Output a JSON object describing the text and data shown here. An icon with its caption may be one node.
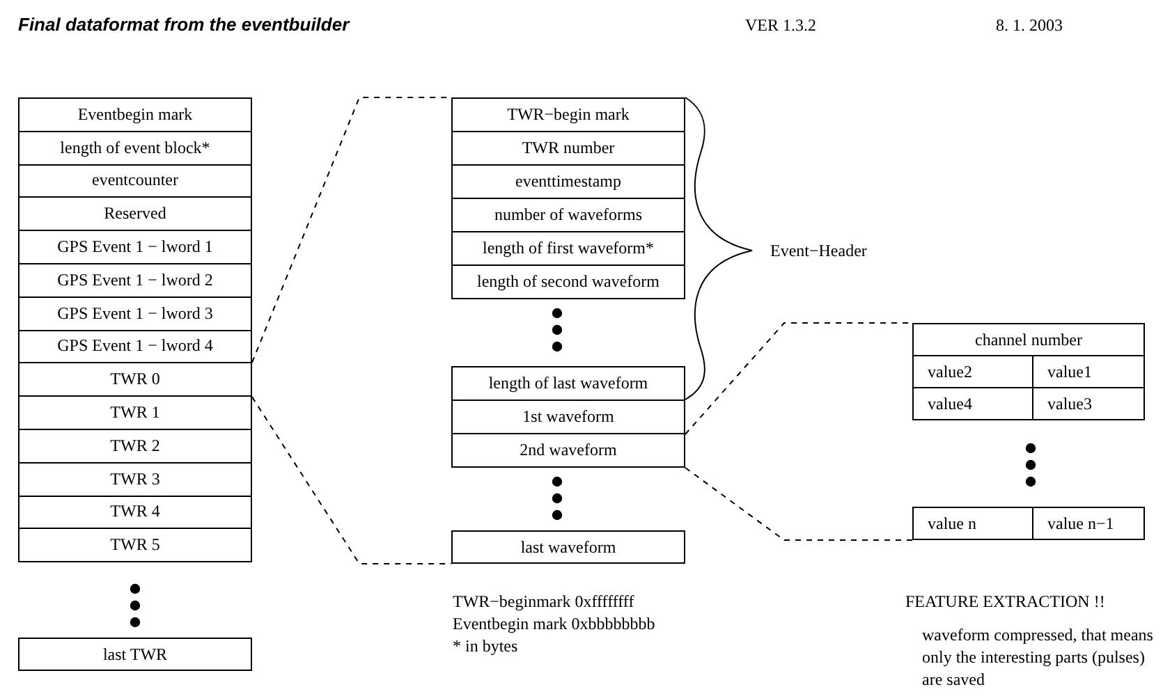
{
  "diagram": {
    "title": "Final dataformat from the eventbuilder",
    "nodes": [
      {
        "text": [
          "Eventbegin mark"
        ]
      },
      {
        "text": [
          "length of event block*"
        ]
      },
      {
        "text": [
          "eventcounter"
        ]
      },
      {
        "text": [
          "Reserved"
        ]
      },
      {
        "text": [
          "GPS Event 1 − lword 1"
        ]
      },
      {
        "text": [
          "GPS Event 1 − lword 2"
        ]
      },
      {
        "text": [
          "GPS Event 1 − lword 3"
        ]
      },
      {
        "text": [
          "GPS Event 1 − lword 4"
        ]
      },
      {
        "text": [
          "TWR 0"
        ]
      },
      {
        "text": [
          "TWR 1"
        ]
      },
      {
        "text": [
          "TWR 2"
        ]
      },
      {
        "text": [
          "TWR 3"
        ]
      },
      {
        "text": [
          "TWR 4"
        ]
      },
      {
        "text": [
          "TWR 5"
        ]
      },
      {
        "text": [
          "last TWR"
        ]
      },
      {
        "text": [
          "TWR−begin mark"
        ]
      },
      {
        "text": [
          "TWR number"
        ]
      },
      {
        "text": [
          "eventtimestamp"
        ]
      },
      {
        "text": [
          "number of waveforms"
        ]
      },
      {
        "text": [
          "length of first waveform*"
        ]
      },
      {
        "text": [
          "length of second waveform"
        ]
      },
      {
        "text": [
          "length of last waveform"
        ]
      },
      {
        "text": [
          "1st waveform"
        ]
      },
      {
        "text": [
          "2nd waveform"
        ]
      },
      {
        "text": [
          "last waveform"
        ]
      },
      {
        "text": [
          "channel number"
        ]
      },
      {
        "text": [
          "value2"
        ]
      },
      {
        "text": [
          "value1"
        ]
      },
      {
        "text": [
          "value4"
        ]
      },
      {
        "text": [
          "value3"
        ]
      },
      {
        "text": [
          "value n"
        ]
      },
      {
        "text": [
          "value n−1"
        ]
      }
    ],
    "edges": [
      {
        "from": 8,
        "to": 15,
        "arrow": "none",
        "style": "dashed"
      },
      {
        "from": 8,
        "to": 24,
        "arrow": "none",
        "style": "dashed"
      },
      {
        "from": 22,
        "to": 25,
        "arrow": "none",
        "style": "dashed"
      },
      {
        "from": 23,
        "to": 30,
        "arrow": "none",
        "style": "dashed"
      }
    ],
    "labels": [
      "VER 1.3.2",
      "8. 1. 2003",
      "Event−Header",
      "TWR−beginmark 0xffffffff",
      "Eventbegin mark 0xbbbbbbbb",
      "* in bytes",
      "FEATURE EXTRACTION !!",
      "waveform compressed, that means only the interesting parts (pulses) are saved"
    ]
  }
}
